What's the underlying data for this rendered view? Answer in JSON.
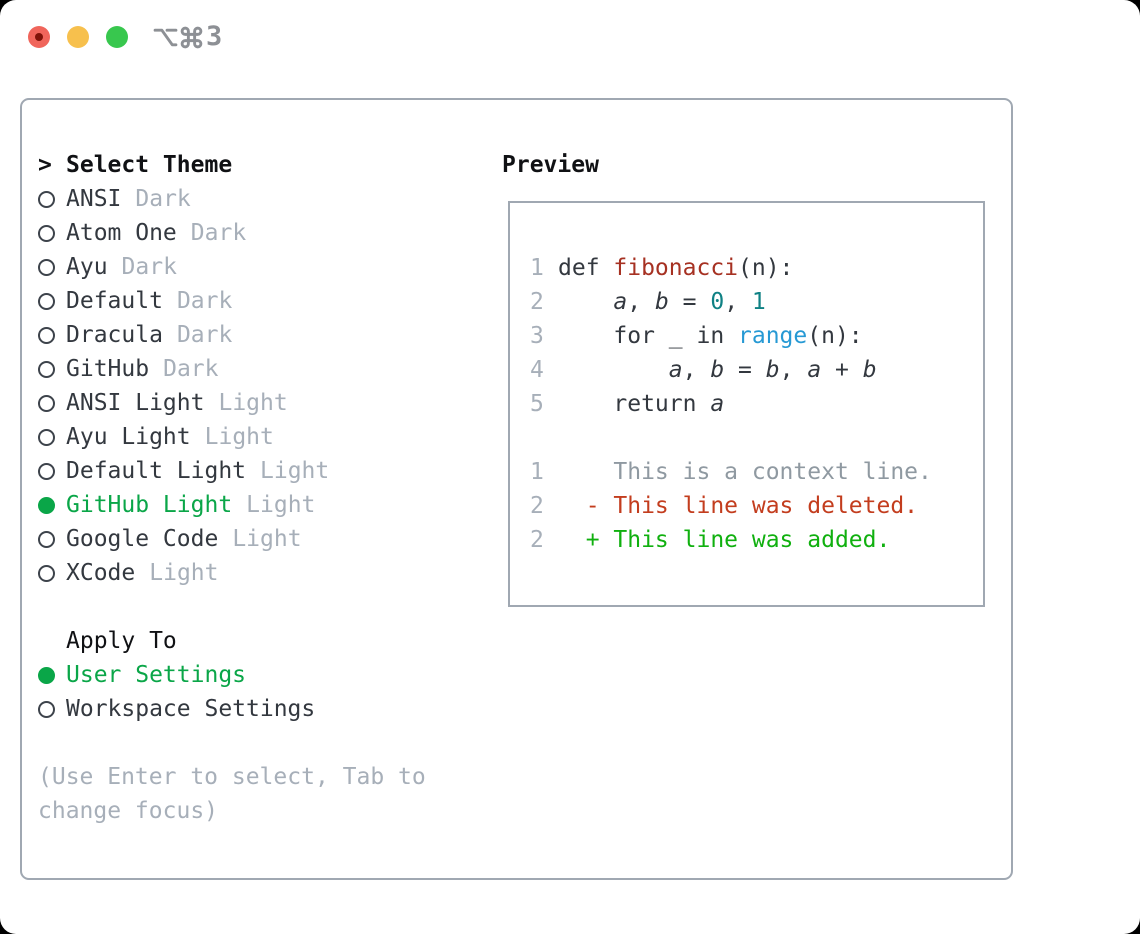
{
  "window": {
    "title": "⌥⌘3",
    "shortcut_number": "3"
  },
  "colors": {
    "text": "#33383f",
    "header": "#101114",
    "muted": "#a7afb9",
    "lngray": "#a7afb9",
    "ctx": "#8f99a1",
    "green": "#0aa648",
    "ring": "#3d434b",
    "func": "#a63122",
    "num": "#0f8184",
    "builtin": "#2699d4",
    "del": "#c33d1e",
    "add": "#10b00f",
    "border": "#a0a8b2",
    "title": "#8d9095",
    "tlred": "#f0655b",
    "tlreddot": "#7f1309",
    "tlyellow": "#f7c04d",
    "tlgreen": "#38c74e"
  },
  "select_theme": {
    "prompt": ">",
    "header": "Select Theme",
    "items": [
      {
        "name": "ANSI",
        "variant": "Dark",
        "selected": false
      },
      {
        "name": "Atom One",
        "variant": "Dark",
        "selected": false
      },
      {
        "name": "Ayu",
        "variant": "Dark",
        "selected": false
      },
      {
        "name": "Default",
        "variant": "Dark",
        "selected": false
      },
      {
        "name": "Dracula",
        "variant": "Dark",
        "selected": false
      },
      {
        "name": "GitHub",
        "variant": "Dark",
        "selected": false
      },
      {
        "name": "ANSI Light",
        "variant": "Light",
        "selected": false
      },
      {
        "name": "Ayu Light",
        "variant": "Light",
        "selected": false
      },
      {
        "name": "Default Light",
        "variant": "Light",
        "selected": false
      },
      {
        "name": "GitHub Light",
        "variant": "Light",
        "selected": true
      },
      {
        "name": "Google Code",
        "variant": "Light",
        "selected": false
      },
      {
        "name": "XCode",
        "variant": "Light",
        "selected": false
      }
    ]
  },
  "apply_to": {
    "header": "Apply To",
    "items": [
      {
        "label": "User Settings",
        "selected": true
      },
      {
        "label": "Workspace Settings",
        "selected": false
      }
    ]
  },
  "hint": [
    "(Use Enter to select, Tab to",
    "change focus)"
  ],
  "preview": {
    "header": "Preview",
    "code_lines": [
      {
        "n": "1",
        "tokens": [
          {
            "t": "def ",
            "c": "text"
          },
          {
            "t": "fibonacci",
            "c": "func"
          },
          {
            "t": "(n):",
            "c": "text"
          }
        ]
      },
      {
        "n": "2",
        "tokens": [
          {
            "t": "    ",
            "c": "text"
          },
          {
            "t": "a",
            "c": "var"
          },
          {
            "t": ", ",
            "c": "text"
          },
          {
            "t": "b",
            "c": "var"
          },
          {
            "t": " = ",
            "c": "text"
          },
          {
            "t": "0",
            "c": "num"
          },
          {
            "t": ", ",
            "c": "text"
          },
          {
            "t": "1",
            "c": "num"
          }
        ]
      },
      {
        "n": "3",
        "tokens": [
          {
            "t": "    for _ in ",
            "c": "text"
          },
          {
            "t": "range",
            "c": "builtin"
          },
          {
            "t": "(n):",
            "c": "text"
          }
        ]
      },
      {
        "n": "4",
        "tokens": [
          {
            "t": "        ",
            "c": "text"
          },
          {
            "t": "a",
            "c": "var"
          },
          {
            "t": ", ",
            "c": "text"
          },
          {
            "t": "b",
            "c": "var"
          },
          {
            "t": " = ",
            "c": "text"
          },
          {
            "t": "b",
            "c": "var"
          },
          {
            "t": ", ",
            "c": "text"
          },
          {
            "t": "a",
            "c": "var"
          },
          {
            "t": " + ",
            "c": "text"
          },
          {
            "t": "b",
            "c": "var"
          }
        ]
      },
      {
        "n": "5",
        "tokens": [
          {
            "t": "    return ",
            "c": "text"
          },
          {
            "t": "a",
            "c": "var"
          }
        ]
      }
    ],
    "diff_lines": [
      {
        "n": "1",
        "tokens": [
          {
            "t": "    This is a context line.",
            "c": "muted"
          }
        ]
      },
      {
        "n": "2",
        "tokens": [
          {
            "t": "  - This line was deleted.",
            "c": "del"
          }
        ]
      },
      {
        "n": "2",
        "tokens": [
          {
            "t": "  + This line was added.",
            "c": "add"
          }
        ]
      }
    ]
  }
}
